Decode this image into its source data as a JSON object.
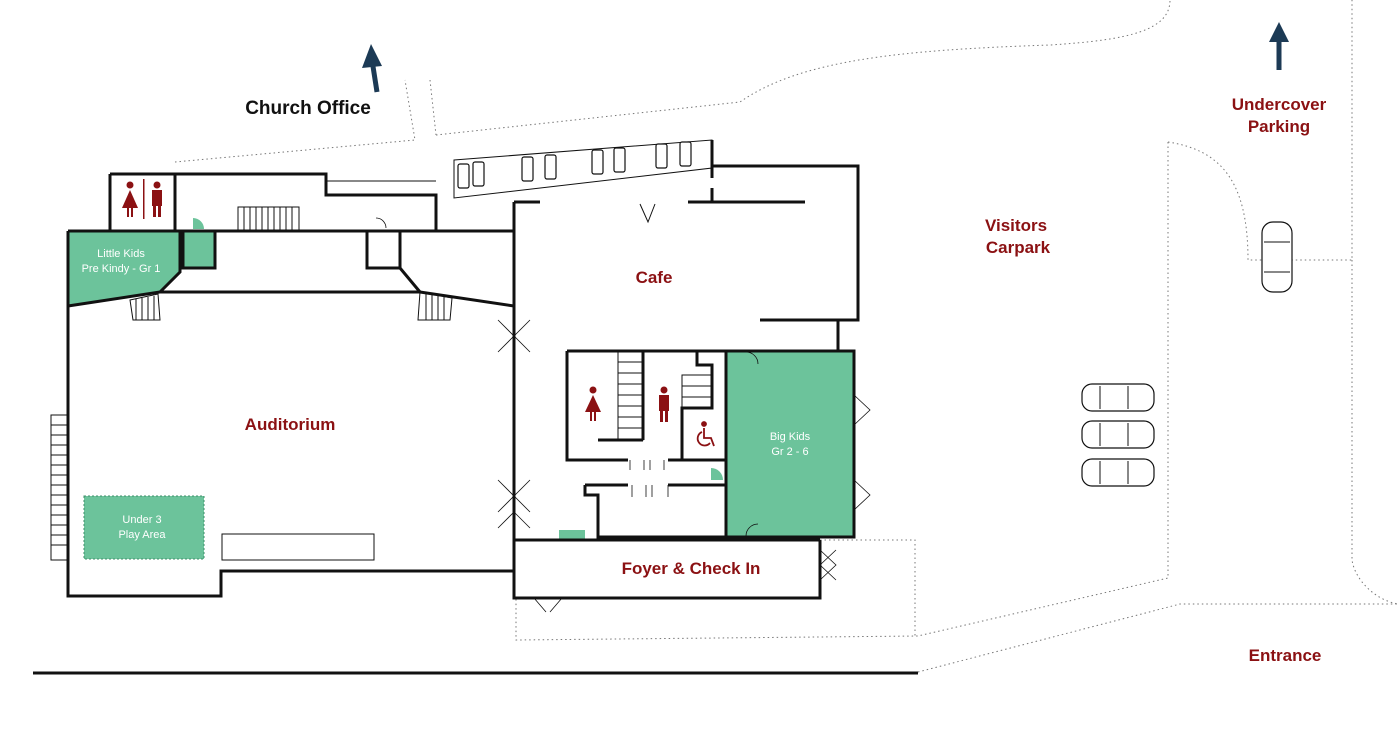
{
  "colors": {
    "label_red": "#8b1113",
    "label_dark": "#111111",
    "room_green": "#6cc39b",
    "arrow_navy": "#1c3a55",
    "wall": "#111111"
  },
  "labels": {
    "church_office": "Church Office",
    "undercover_line1": "Undercover",
    "undercover_line2": "Parking",
    "visitors_line1": "Visitors",
    "visitors_line2": "Carpark",
    "cafe": "Cafe",
    "auditorium": "Auditorium",
    "foyer": "Foyer & Check In",
    "entrance": "Entrance"
  },
  "rooms": {
    "little_kids_line1": "Little Kids",
    "little_kids_line2": "Pre Kindy - Gr 1",
    "big_kids_line1": "Big Kids",
    "big_kids_line2": "Gr 2 - 6",
    "under3_line1": "Under 3",
    "under3_line2": "Play Area"
  },
  "icons": {
    "toilets": "restroom-icon",
    "accessible": "wheelchair-icon",
    "direction": "arrow-up-icon",
    "vehicle": "car-icon"
  }
}
